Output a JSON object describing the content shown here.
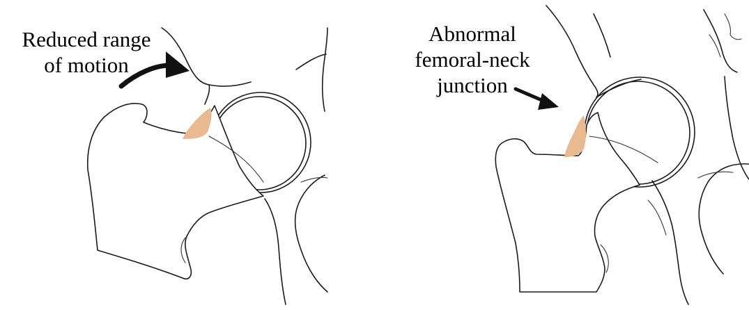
{
  "panels": [
    {
      "id": "left",
      "label_lines": [
        "Reduced range",
        "of motion"
      ]
    },
    {
      "id": "right",
      "label_lines": [
        "Abnormal",
        "femoral-neck",
        "junction"
      ]
    }
  ],
  "colors": {
    "bone_outline": "#1a1a1a",
    "lesion_fill": "#e9b98f",
    "arrow": "#111111",
    "background": "#ffffff"
  },
  "icons": {
    "left_arrow": "curved-arrow-icon",
    "right_arrow": "straight-arrow-icon"
  }
}
